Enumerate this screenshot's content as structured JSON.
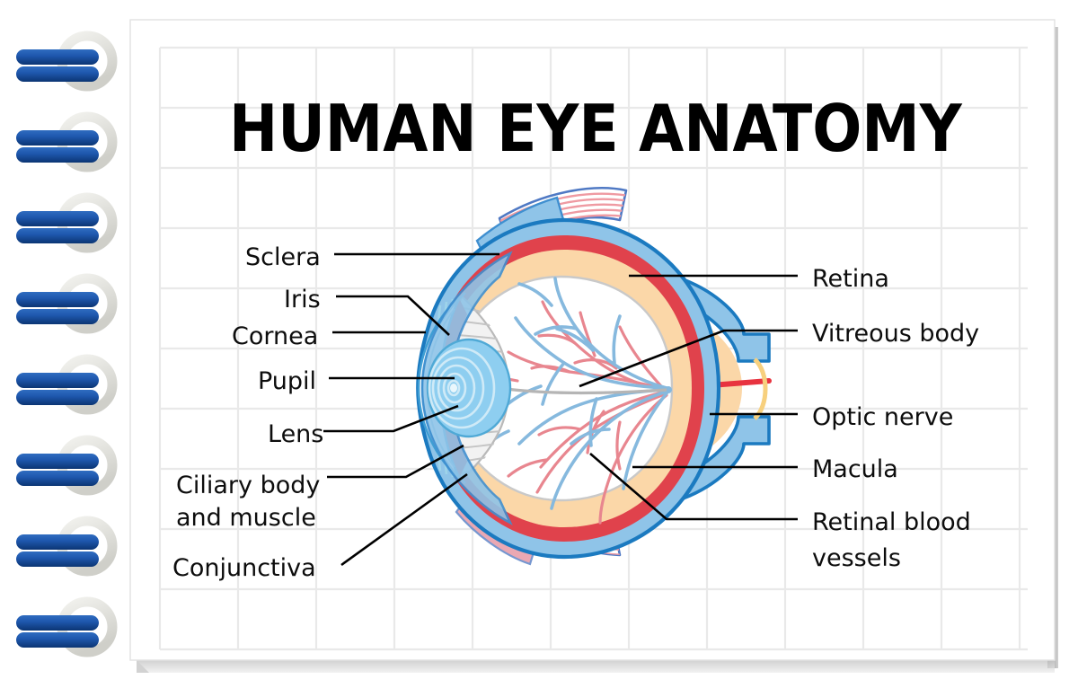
{
  "page": {
    "title": "HUMAN EYE ANATOMY",
    "background_color": "#ffffff",
    "paper_color": "#ffffff",
    "grid_color": "#e9e9e9",
    "shadow_color": "#9b9b9b"
  },
  "binding": {
    "ring_count": 8,
    "bar_color_light": "#2561b4",
    "bar_color_dark": "#0b3573",
    "loop_color": "#d8d8d4"
  },
  "labels": {
    "left": [
      {
        "text": "Sclera",
        "name": "label-sclera"
      },
      {
        "text": "Iris",
        "name": "label-iris"
      },
      {
        "text": "Cornea",
        "name": "label-cornea"
      },
      {
        "text": "Pupil",
        "name": "label-pupil"
      },
      {
        "text": "Lens",
        "name": "label-lens"
      },
      {
        "text": "Ciliary body",
        "name": "label-ciliary-body-line1"
      },
      {
        "text": "and muscle",
        "name": "label-ciliary-body-line2"
      },
      {
        "text": "Conjunctiva",
        "name": "label-conjunctiva"
      }
    ],
    "right": [
      {
        "text": "Retina",
        "name": "label-retina"
      },
      {
        "text": "Vitreous body",
        "name": "label-vitreous-body"
      },
      {
        "text": "Optic nerve",
        "name": "label-optic-nerve"
      },
      {
        "text": "Macula",
        "name": "label-macula"
      },
      {
        "text": "Retinal blood",
        "name": "label-retinal-blood-vessels-line1"
      },
      {
        "text": "vessels",
        "name": "label-retinal-blood-vessels-line2"
      }
    ]
  },
  "diagram": {
    "name": "human-eye-cross-section",
    "colors": {
      "sclera_outline": "#1b7ac0",
      "sclera_fill": "#8fc4e8",
      "choroid_red": "#e0424c",
      "retina_peach": "#fbd7a8",
      "vitreous_white": "#ffffff",
      "lens_blue": "#8ecef0",
      "iris_red": "#d8414f",
      "ciliary_gray": "#f2f2f2",
      "ciliary_outline": "#b9b9b9",
      "vessel_red": "#e8868f",
      "vessel_blue": "#86b9de",
      "muscle_stripe": "#ef9aa2",
      "optic_nerve_fill": "#fbd7a8",
      "optic_artery": "#e8333f"
    }
  }
}
